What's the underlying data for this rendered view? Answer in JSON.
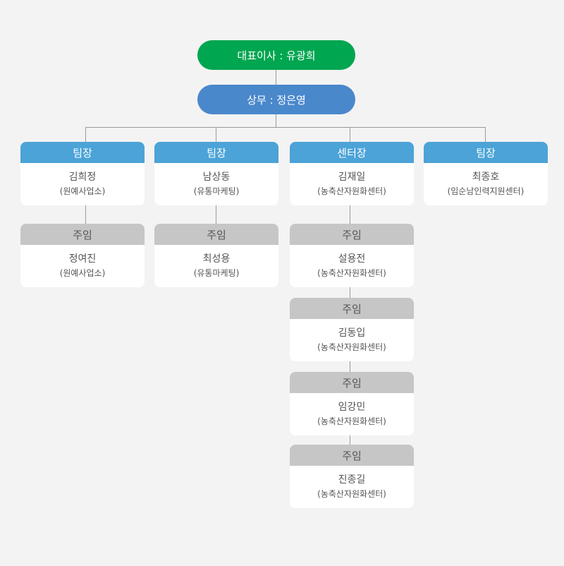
{
  "top": {
    "ceo": "대표이사 : 유광희",
    "executive": "상무 : 정은영"
  },
  "columns": [
    {
      "leader": {
        "title": "팀장",
        "name": "김희정",
        "dept": "(원예사업소)"
      },
      "members": [
        {
          "title": "주임",
          "name": "정여진",
          "dept": "(원예사업소)"
        }
      ]
    },
    {
      "leader": {
        "title": "팀장",
        "name": "남상동",
        "dept": "(유통마케팅)"
      },
      "members": [
        {
          "title": "주임",
          "name": "최성용",
          "dept": "(유통마케팅)"
        }
      ]
    },
    {
      "leader": {
        "title": "센터장",
        "name": "김재일",
        "dept": "(농축산자원화센터)"
      },
      "members": [
        {
          "title": "주임",
          "name": "설용전",
          "dept": "(농축산자원화센터)"
        },
        {
          "title": "주임",
          "name": "김동입",
          "dept": "(농축산자원화센터)"
        },
        {
          "title": "주임",
          "name": "임강민",
          "dept": "(농축산자원화센터)"
        },
        {
          "title": "주임",
          "name": "진종길",
          "dept": "(농축산자원화센터)"
        }
      ]
    },
    {
      "leader": {
        "title": "팀장",
        "name": "최종호",
        "dept": "(임순남인력지원센터)"
      },
      "members": []
    }
  ],
  "colors": {
    "ceo": "#00a650",
    "executive": "#4a88cc",
    "leader_header": "#4ba3d7",
    "member_header": "#c6c6c6",
    "background": "#f3f3f3"
  }
}
